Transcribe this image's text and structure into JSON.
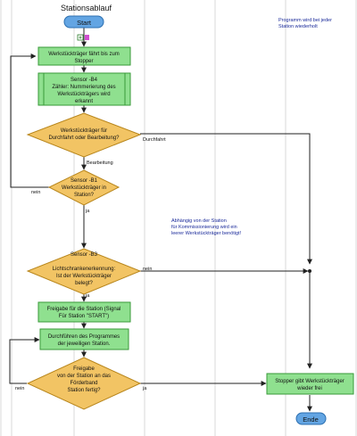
{
  "title": "Stationsablauf",
  "note_top": [
    "Programm wird bei jeder",
    "Station wiederholt"
  ],
  "note_mid": [
    "Abhängig von der Station",
    "für Kommissionierung wird ein",
    "leerer Werkstückträger benötigt!"
  ],
  "nodes": {
    "start": "Start",
    "step1": [
      "Werkstückträger fährt bis zum",
      "Stopper"
    ],
    "step2": [
      "Sensor -B4",
      "Zähler: Nummerierung des",
      "Werkstückträgers wird",
      "erkannt"
    ],
    "decision1": [
      "Werkstückträger für",
      "Durchfahrt oder Bearbeitung?"
    ],
    "decision2": [
      "Sensor -B1",
      "Werkstückträger in",
      "Station?"
    ],
    "decision3": [
      "Sensor -B3",
      "",
      "Lichtschrankenerkennung:",
      "Ist der Werkstückträger",
      "belegt?"
    ],
    "step3": [
      "Freigabe für die Station (Signal",
      "Für Station \"START\")"
    ],
    "step4": [
      "Durchführen des Programmes",
      "der jeweiligen Station."
    ],
    "decision4": [
      "Freigabe",
      "von der Station an das",
      "Förderband",
      "Station fertig?"
    ],
    "step5": [
      "Stopper gibt Werkstückträger",
      "wieder frei"
    ],
    "end": "Ende"
  },
  "edge_labels": {
    "durchfahrt": "Durchfahrt",
    "bearbeitung": "Bearbeitung",
    "nein1": "nein",
    "ja1": "ja",
    "nein2": "nein",
    "ja2": "ja",
    "nein3": "nein",
    "ja3": "ja"
  },
  "colors": {
    "process_fill": "#8fe08f",
    "process_stroke": "#3a9a3a",
    "decision_fill": "#f2c464",
    "decision_stroke": "#b8861c",
    "terminal_fill": "#63a5e3",
    "terminal_stroke": "#2c6fb0",
    "grid": "#d9d9d9",
    "note_text": "#1a2a9a"
  }
}
